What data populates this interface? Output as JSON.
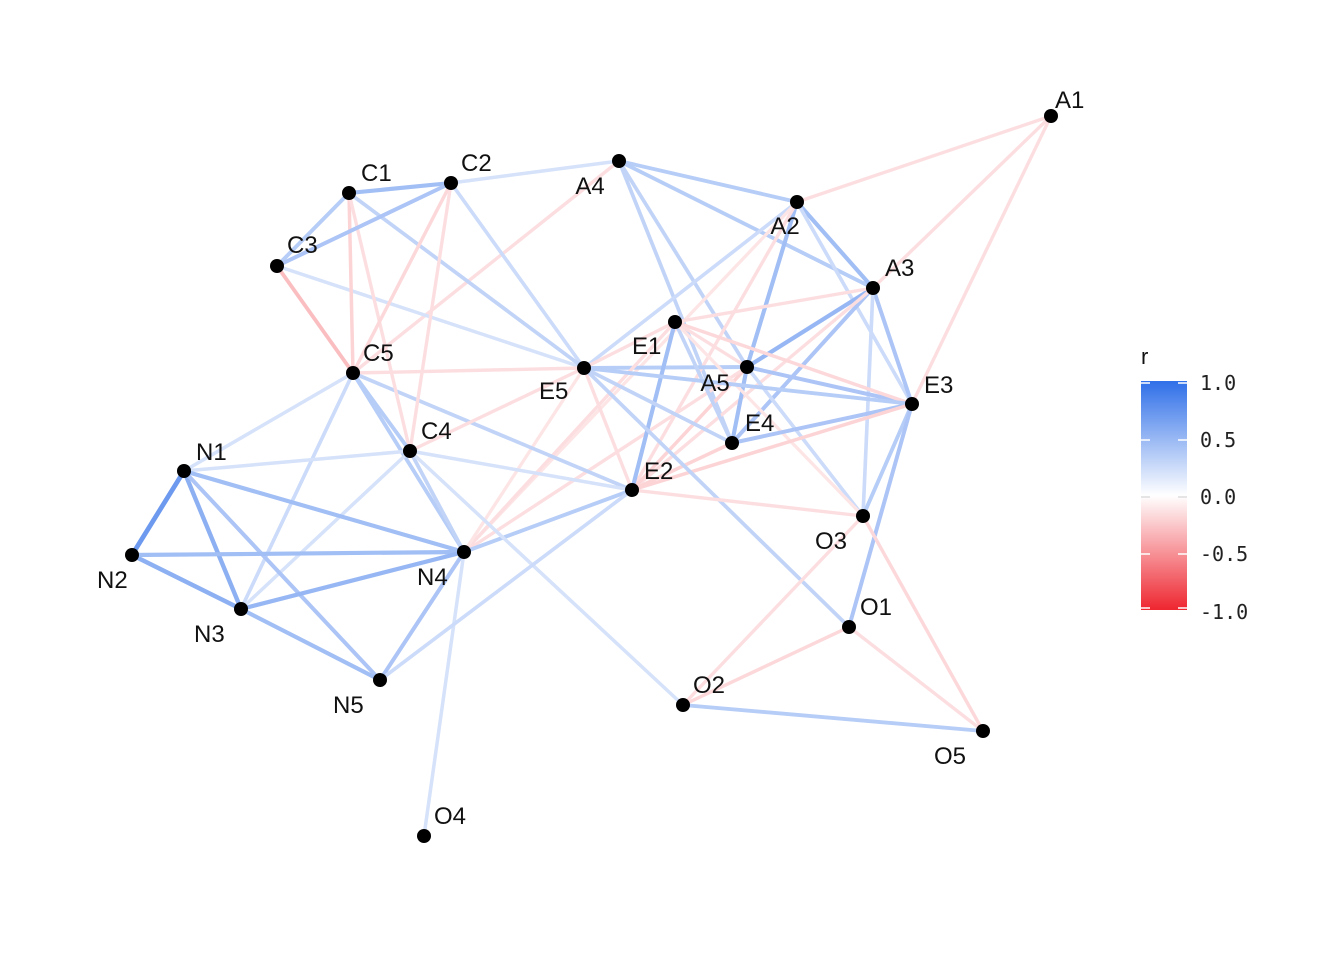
{
  "legend": {
    "title": "r",
    "ticks": [
      "1.0",
      "0.5",
      "0.0",
      "-0.5",
      "-1.0"
    ],
    "colors": {
      "positive": "#2F6FE8",
      "neutral": "#FFFFFF",
      "negative": "#EE2630"
    }
  },
  "nodes": [
    {
      "id": "A1",
      "label": "A1"
    },
    {
      "id": "A2",
      "label": "A2"
    },
    {
      "id": "A3",
      "label": "A3"
    },
    {
      "id": "A4",
      "label": "A4"
    },
    {
      "id": "A5",
      "label": "A5"
    },
    {
      "id": "C1",
      "label": "C1"
    },
    {
      "id": "C2",
      "label": "C2"
    },
    {
      "id": "C3",
      "label": "C3"
    },
    {
      "id": "C4",
      "label": "C4"
    },
    {
      "id": "C5",
      "label": "C5"
    },
    {
      "id": "E1",
      "label": "E1"
    },
    {
      "id": "E2",
      "label": "E2"
    },
    {
      "id": "E3",
      "label": "E3"
    },
    {
      "id": "E4",
      "label": "E4"
    },
    {
      "id": "E5",
      "label": "E5"
    },
    {
      "id": "N1",
      "label": "N1"
    },
    {
      "id": "N2",
      "label": "N2"
    },
    {
      "id": "N3",
      "label": "N3"
    },
    {
      "id": "N4",
      "label": "N4"
    },
    {
      "id": "N5",
      "label": "N5"
    },
    {
      "id": "O1",
      "label": "O1"
    },
    {
      "id": "O2",
      "label": "O2"
    },
    {
      "id": "O3",
      "label": "O3"
    },
    {
      "id": "O4",
      "label": "O4"
    },
    {
      "id": "O5",
      "label": "O5"
    }
  ],
  "edges": [
    {
      "from": "A1",
      "to": "A2",
      "r": -0.15
    },
    {
      "from": "A1",
      "to": "A3",
      "r": -0.15
    },
    {
      "from": "A1",
      "to": "E3",
      "r": -0.15
    },
    {
      "from": "A4",
      "to": "A2",
      "r": 0.35
    },
    {
      "from": "A4",
      "to": "A3",
      "r": 0.35
    },
    {
      "from": "A4",
      "to": "E4",
      "r": 0.3
    },
    {
      "from": "A4",
      "to": "A5",
      "r": 0.3
    },
    {
      "from": "A4",
      "to": "C2",
      "r": 0.2
    },
    {
      "from": "A4",
      "to": "C5",
      "r": -0.15
    },
    {
      "from": "A2",
      "to": "A3",
      "r": 0.45
    },
    {
      "from": "A2",
      "to": "A5",
      "r": 0.45
    },
    {
      "from": "A2",
      "to": "E5",
      "r": 0.25
    },
    {
      "from": "A2",
      "to": "E3",
      "r": 0.25
    },
    {
      "from": "A2",
      "to": "E2",
      "r": -0.15
    },
    {
      "from": "A2",
      "to": "N4",
      "r": -0.12
    },
    {
      "from": "A3",
      "to": "A5",
      "r": 0.5
    },
    {
      "from": "A3",
      "to": "E4",
      "r": 0.4
    },
    {
      "from": "A3",
      "to": "E3",
      "r": 0.4
    },
    {
      "from": "A3",
      "to": "E1",
      "r": -0.15
    },
    {
      "from": "A3",
      "to": "O3",
      "r": 0.25
    },
    {
      "from": "A3",
      "to": "E2",
      "r": -0.15
    },
    {
      "from": "A5",
      "to": "E4",
      "r": 0.45
    },
    {
      "from": "A5",
      "to": "E3",
      "r": 0.4
    },
    {
      "from": "A5",
      "to": "E5",
      "r": 0.35
    },
    {
      "from": "A5",
      "to": "E2",
      "r": -0.2
    },
    {
      "from": "A5",
      "to": "N4",
      "r": -0.15
    },
    {
      "from": "A5",
      "to": "O3",
      "r": 0.25
    },
    {
      "from": "E1",
      "to": "E2",
      "r": 0.45
    },
    {
      "from": "E1",
      "to": "E4",
      "r": 0.3
    },
    {
      "from": "E1",
      "to": "E3",
      "r": -0.18
    },
    {
      "from": "E1",
      "to": "O3",
      "r": -0.12
    },
    {
      "from": "E1",
      "to": "E5",
      "r": -0.15
    },
    {
      "from": "E1",
      "to": "N4",
      "r": -0.15
    },
    {
      "from": "E1",
      "to": "A5",
      "r": -0.15
    },
    {
      "from": "E3",
      "to": "E4",
      "r": 0.4
    },
    {
      "from": "E3",
      "to": "E5",
      "r": 0.35
    },
    {
      "from": "E3",
      "to": "O3",
      "r": 0.35
    },
    {
      "from": "E3",
      "to": "O1",
      "r": 0.4
    },
    {
      "from": "E3",
      "to": "E2",
      "r": -0.2
    },
    {
      "from": "E4",
      "to": "E5",
      "r": 0.3
    },
    {
      "from": "E4",
      "to": "E2",
      "r": -0.2
    },
    {
      "from": "E5",
      "to": "C3",
      "r": 0.2
    },
    {
      "from": "E5",
      "to": "C2",
      "r": 0.25
    },
    {
      "from": "E5",
      "to": "C1",
      "r": 0.3
    },
    {
      "from": "E5",
      "to": "C5",
      "r": -0.15
    },
    {
      "from": "E5",
      "to": "E2",
      "r": -0.15
    },
    {
      "from": "E5",
      "to": "N4",
      "r": -0.12
    },
    {
      "from": "E5",
      "to": "O1",
      "r": 0.3
    },
    {
      "from": "E2",
      "to": "N4",
      "r": 0.35
    },
    {
      "from": "E2",
      "to": "C5",
      "r": 0.3
    },
    {
      "from": "E2",
      "to": "C4",
      "r": 0.2
    },
    {
      "from": "E2",
      "to": "O3",
      "r": -0.15
    },
    {
      "from": "C1",
      "to": "C2",
      "r": 0.45
    },
    {
      "from": "C1",
      "to": "C3",
      "r": 0.35
    },
    {
      "from": "C1",
      "to": "C5",
      "r": -0.2
    },
    {
      "from": "C1",
      "to": "C4",
      "r": -0.15
    },
    {
      "from": "C2",
      "to": "C3",
      "r": 0.4
    },
    {
      "from": "C2",
      "to": "C5",
      "r": -0.18
    },
    {
      "from": "C2",
      "to": "C4",
      "r": -0.15
    },
    {
      "from": "C3",
      "to": "C5",
      "r": -0.3
    },
    {
      "from": "C5",
      "to": "C4",
      "r": 0.35
    },
    {
      "from": "C5",
      "to": "N1",
      "r": 0.2
    },
    {
      "from": "C5",
      "to": "N3",
      "r": 0.25
    },
    {
      "from": "C5",
      "to": "N4",
      "r": 0.35
    },
    {
      "from": "C4",
      "to": "N1",
      "r": 0.2
    },
    {
      "from": "C4",
      "to": "N3",
      "r": 0.2
    },
    {
      "from": "C4",
      "to": "N4",
      "r": 0.3
    },
    {
      "from": "C4",
      "to": "O2",
      "r": 0.2
    },
    {
      "from": "C4",
      "to": "E5",
      "r": -0.15
    },
    {
      "from": "N1",
      "to": "N2",
      "r": 0.7
    },
    {
      "from": "N1",
      "to": "N3",
      "r": 0.55
    },
    {
      "from": "N1",
      "to": "N4",
      "r": 0.45
    },
    {
      "from": "N1",
      "to": "N5",
      "r": 0.4
    },
    {
      "from": "N2",
      "to": "N3",
      "r": 0.55
    },
    {
      "from": "N2",
      "to": "N4",
      "r": 0.45
    },
    {
      "from": "N3",
      "to": "N4",
      "r": 0.5
    },
    {
      "from": "N3",
      "to": "N5",
      "r": 0.45
    },
    {
      "from": "N4",
      "to": "N5",
      "r": 0.4
    },
    {
      "from": "N4",
      "to": "O4",
      "r": 0.2
    },
    {
      "from": "N5",
      "to": "E2",
      "r": 0.25
    },
    {
      "from": "O1",
      "to": "O2",
      "r": -0.18
    },
    {
      "from": "O1",
      "to": "O5",
      "r": -0.15
    },
    {
      "from": "O3",
      "to": "O2",
      "r": -0.15
    },
    {
      "from": "O3",
      "to": "O5",
      "r": -0.18
    },
    {
      "from": "O2",
      "to": "O5",
      "r": 0.35
    }
  ]
}
